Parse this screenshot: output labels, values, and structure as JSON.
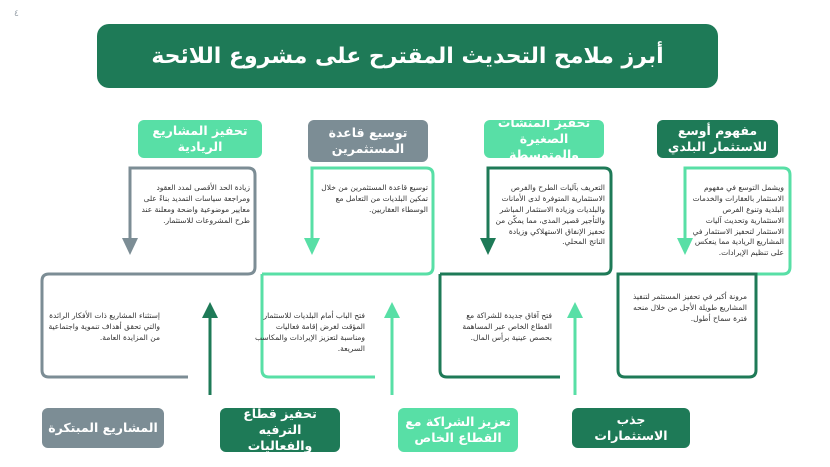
{
  "watermark": "٤",
  "title": "أبرز ملامح التحديث المقترح على مشروع اللائحة",
  "colors": {
    "dark_green": "#1e7a57",
    "mint_green": "#58dfa6",
    "grey": "#7c8d95"
  },
  "top_row": [
    {
      "label": "مفهوم أوسع للاستثمار البلدي",
      "color": "dark",
      "desc": "ويشمل التوسع في مفهوم الاستثمار بالعقارات والخدمات البلدية وتنوع الفرص الاستثمارية وتحديث آليات الاستثمار لتحفيز الاستثمار في المشاريع الريادية مما ينعكس على تنظيم الإيرادات."
    },
    {
      "label": "تحفيز المنشآت الصغيرة والمتوسطة",
      "color": "mint",
      "desc": "التعريف بآليات الطرح والفرص الاستثمارية المتوفرة لدى الأمانات والبلديات وزيادة الاستثمار المباشر والتأجير قصير المدى، مما يمكّن من تحفيز الإنفاق الاستهلاكي وزيادة الناتج المحلي."
    },
    {
      "label": "توسيع قاعدة المستثمرين",
      "color": "grey",
      "desc": "توسيع قاعدة المستثمرين من خلال تمكين البلديات من التعامل مع الوسطاء العقاريين."
    },
    {
      "label": "تحفيز المشاريع الريادية",
      "color": "mint",
      "desc": "زيادة الحد الأقصى لمدد العقود ومراجعة سياسات التمديد بناءً على معايير موضوعية واضحة ومعلنة عند طرح المشروعات للاستثمار."
    }
  ],
  "bottom_row": [
    {
      "label": "جذب الاستثمارات",
      "color": "dark",
      "desc": "مرونة أكبر في تحفيز المستثمر لتنفيذ المشاريع طويلة الأجل من خلال منحه فترة سماح أطول."
    },
    {
      "label": "تعزيز الشراكة مع القطاع الخاص",
      "color": "mint",
      "desc": "فتح آفاق جديدة للشراكة مع القطاع الخاص عبر المساهمة بحصص عينية برأس المال."
    },
    {
      "label": "تحفيز قطاع الترفيه والفعاليات",
      "color": "dark",
      "desc": "فتح الباب أمام البلديات للاستثمار المؤقت لغرض إقامة فعاليات ومناسبة لتعزيز الإيرادات والمكاسب السريعة."
    },
    {
      "label": "المشاريع المبتكرة",
      "color": "grey",
      "desc": "إستثناء المشاريع ذات الأفكار الرائدة والتي تحقق أهداف تنموية واجتماعية من المزايدة العامة."
    }
  ]
}
